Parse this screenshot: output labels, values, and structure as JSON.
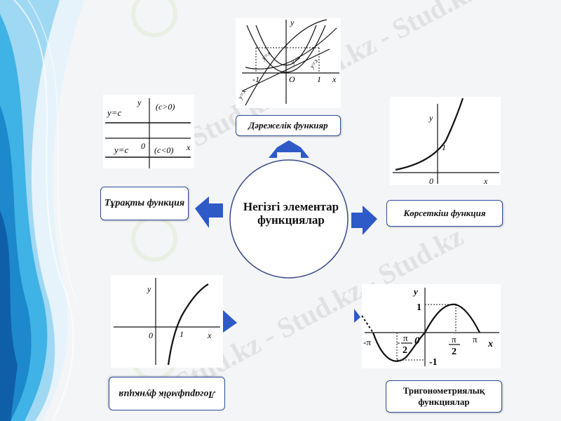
{
  "center": {
    "title": "Негізгі элементар функциялар"
  },
  "labels": {
    "power": "Дәрежелік функияр",
    "constant": "Тұрақты функция",
    "exponential": "Көрсеткіш функция",
    "logarithmic": "Логарифмдік функция",
    "trigonometric": "Тригонометриялық функциялар"
  },
  "watermark": {
    "text": "Stud.kz - Stud.kz - Stud.kz"
  },
  "graphs": {
    "power": {
      "y_axis": "y",
      "x_axis": "x",
      "origin": "O",
      "neg_one": "-1",
      "one": "1",
      "eq1": "y=x",
      "eq2": "y=x",
      "eq3": "y=x",
      "eq4": "y=x"
    },
    "constant": {
      "y_axis": "y",
      "x_axis": "x",
      "origin": "0",
      "eq_top": "y=c",
      "cond_top": "(c>0)",
      "eq_bottom": "y=c",
      "cond_bottom": "(c<0)"
    },
    "exponential": {
      "y_axis": "y",
      "x_axis": "x",
      "origin": "0",
      "one": "1"
    },
    "logarithmic": {
      "y_axis": "y",
      "x_axis": "x",
      "origin": "0",
      "one": "1"
    },
    "trig": {
      "y_axis": "y",
      "x_axis": "x",
      "origin": "0",
      "one": "1",
      "neg_one": "-1",
      "neg_pi": "-π",
      "pi": "π",
      "pi_half_num": "π",
      "pi_half_den": "2",
      "neg_pi_half_num": "π",
      "neg_pi_half_den": "2",
      "neg_sign": "-"
    }
  },
  "colors": {
    "arrow": "#2e5ac8",
    "box_border": "#2f4f9a",
    "wave_light": "#d8ecf8",
    "wave_mid": "#5bc0ea",
    "wave_dark": "#1f86c8",
    "circle": "#3a4a8a"
  }
}
